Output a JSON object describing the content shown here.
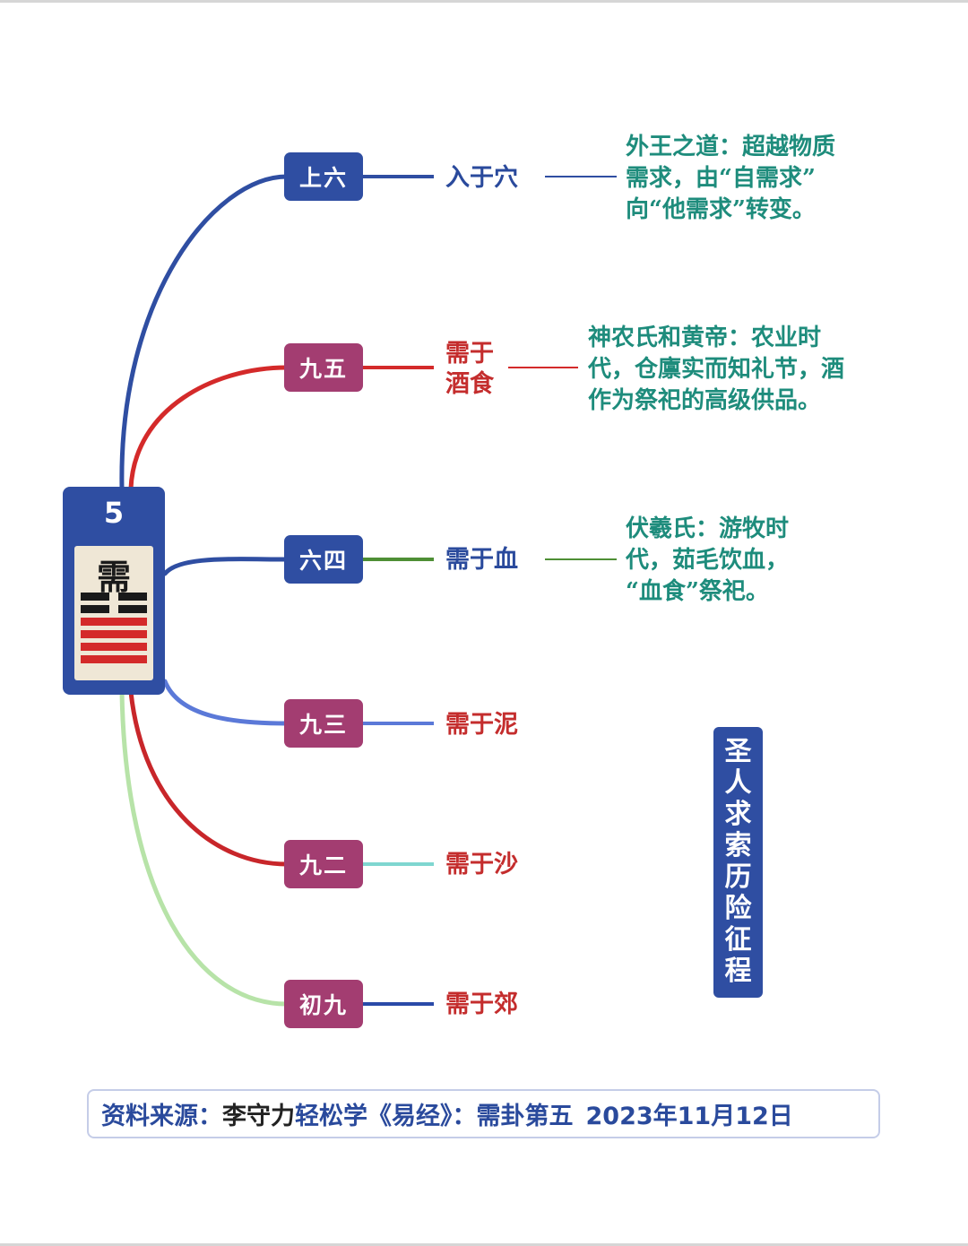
{
  "hexagram": {
    "number": "5",
    "name": "需",
    "lines_top_to_bottom": [
      "yin",
      "yin",
      "yang",
      "yang",
      "yang",
      "yang"
    ],
    "colors": {
      "yin": "#1a1a1a",
      "yang": "#d42a2a",
      "box": "#2f4ea2",
      "tile": "#efe7d6"
    }
  },
  "branches": [
    {
      "node": "上六",
      "node_color": "#2f4ea2",
      "curve_color": "#2f4ea2",
      "link_color": "#2f4ea2",
      "leaf_lines": [
        "入于穴"
      ],
      "leaf_color": "#2a4a9c",
      "dash_color": "#2f4ea2",
      "desc_lines": [
        "外王之道：超越物质",
        "需求，由“自需求”",
        "向“他需求”转变。"
      ]
    },
    {
      "node": "九五",
      "node_color": "#a33d71",
      "curve_color": "#d42a2a",
      "link_color": "#d42a2a",
      "leaf_lines": [
        "需于",
        "酒食"
      ],
      "leaf_color": "#c42d2d",
      "dash_color": "#d42a2a",
      "desc_lines": [
        "神农氏和黄帝：农业时",
        "代，仓廪实而知礼节，酒",
        "作为祭祀的高级供品。"
      ]
    },
    {
      "node": "六四",
      "node_color": "#2f4ea2",
      "curve_color": "#2f4ea2",
      "link_color": "#4e8f35",
      "leaf_lines": [
        "需于血"
      ],
      "leaf_color": "#2a4a9c",
      "dash_color": "#4e8f35",
      "desc_lines": [
        "伏羲氏：游牧时",
        "代，茹毛饮血，",
        "“血食”祭祀。"
      ]
    },
    {
      "node": "九三",
      "node_color": "#a33d71",
      "curve_color": "#5b79d8",
      "link_color": "#5b79d8",
      "leaf_lines": [
        "需于泥"
      ],
      "leaf_color": "#c42d2d",
      "dash_color": "",
      "desc_lines": []
    },
    {
      "node": "九二",
      "node_color": "#a33d71",
      "curve_color": "#c8262a",
      "link_color": "#7fd6d0",
      "leaf_lines": [
        "需于沙"
      ],
      "leaf_color": "#c42d2d",
      "dash_color": "",
      "desc_lines": []
    },
    {
      "node": "初九",
      "node_color": "#a33d71",
      "curve_color": "#b7e3a8",
      "link_color": "#2a4aa8",
      "leaf_lines": [
        "需于郊"
      ],
      "leaf_color": "#c42d2d",
      "dash_color": "",
      "desc_lines": []
    }
  ],
  "banner": {
    "text": "圣人求索历险征程",
    "chars": [
      "圣",
      "人",
      "求",
      "索",
      "历",
      "险",
      "征",
      "程"
    ]
  },
  "source": {
    "label": "资料来源：",
    "author": "李守力",
    "title": "轻松学《易经》：需卦第五",
    "date": "2023年11月12日"
  }
}
